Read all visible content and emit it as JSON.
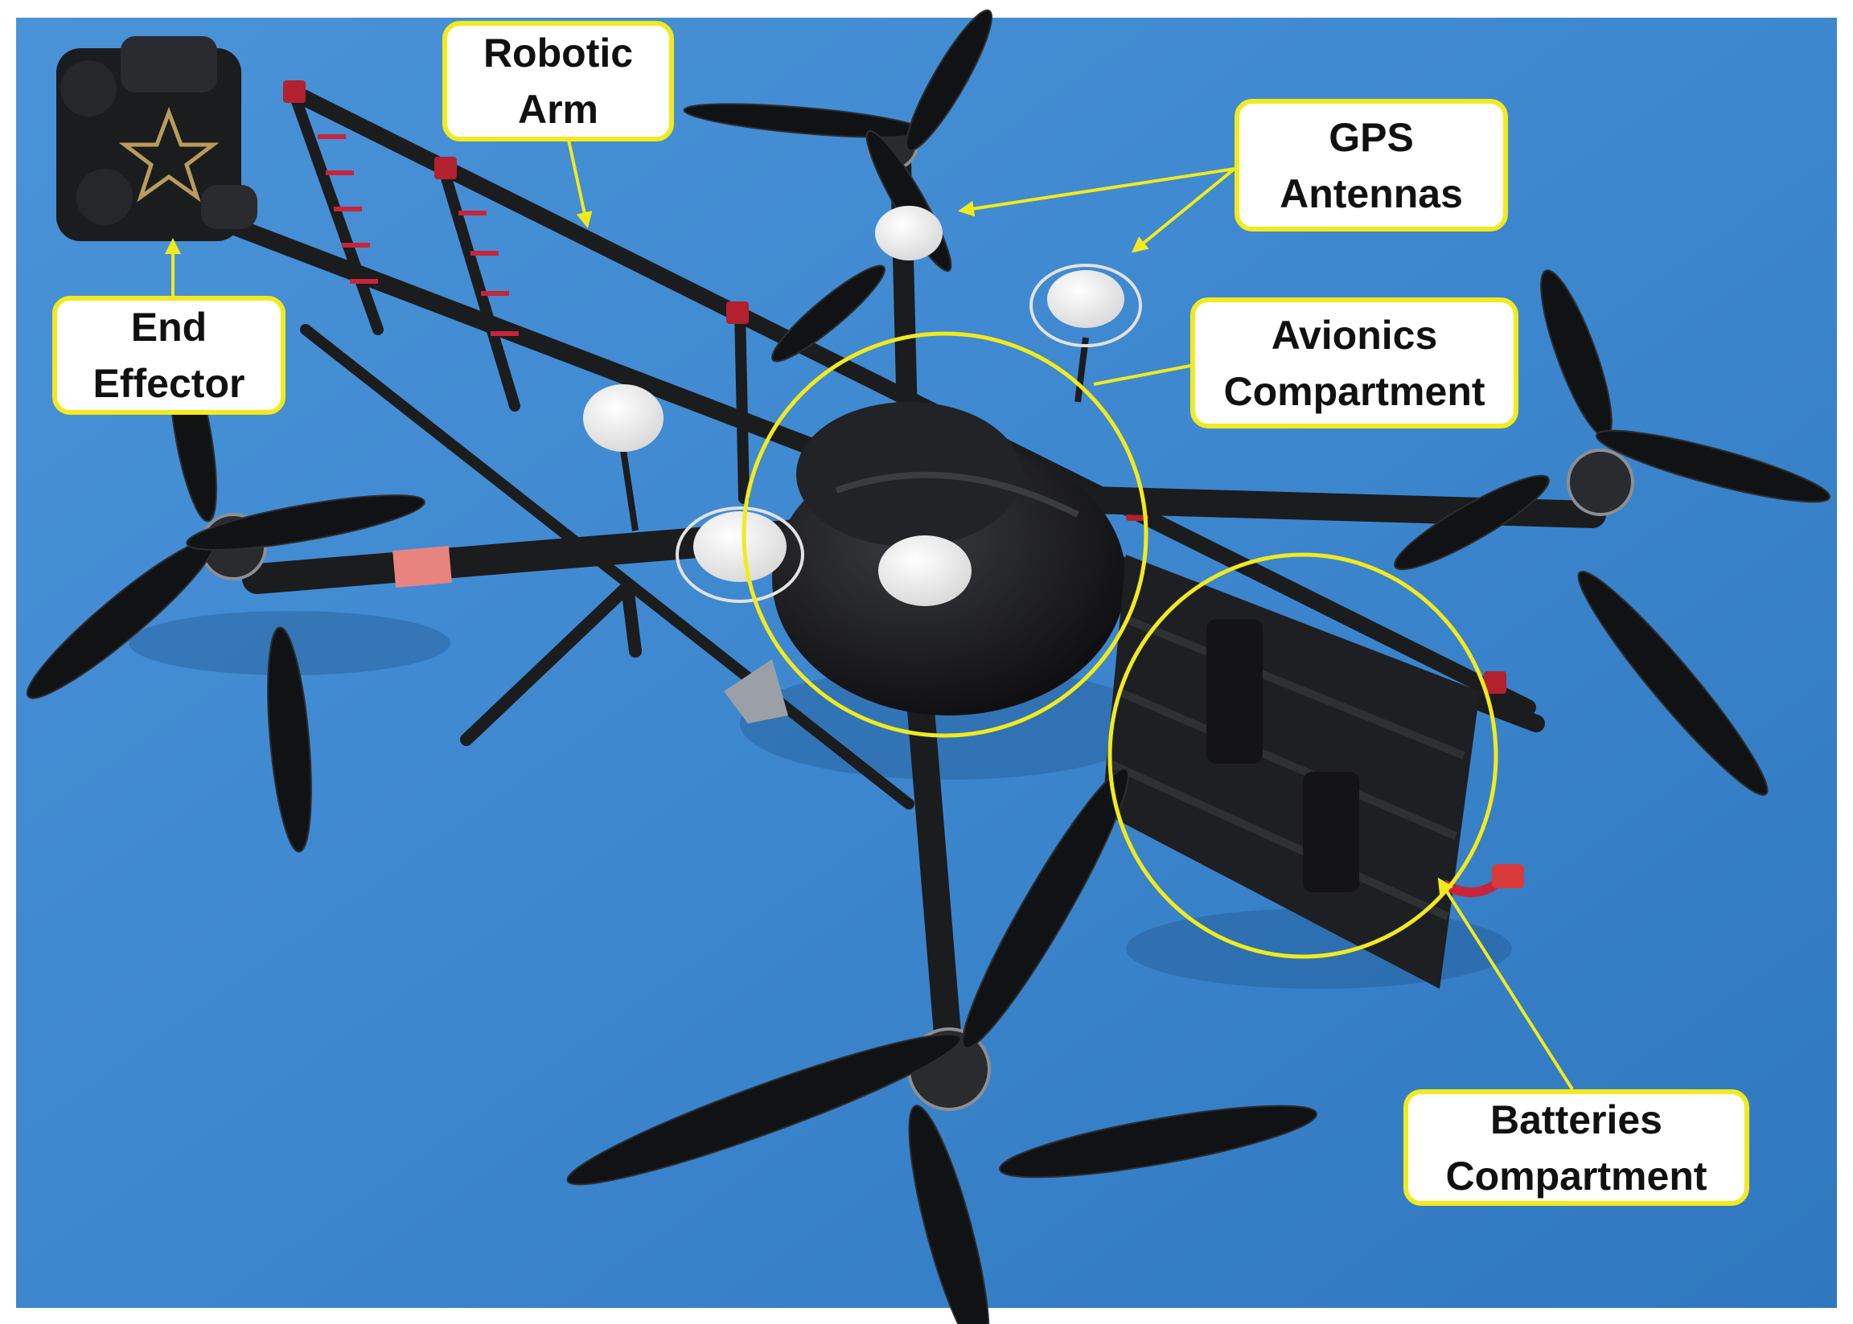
{
  "figure": {
    "photo_subject": "multirotor-drone-with-robotic-arm",
    "colors": {
      "floor": "#3d87cf",
      "annotation": "#f2ea1d",
      "carbon": "#1b1c1e",
      "label_text": "#111111"
    }
  },
  "labels": {
    "robotic_arm": [
      "Robotic",
      "Arm"
    ],
    "gps_antennas": [
      "GPS",
      "Antennas"
    ],
    "end_effector": [
      "End",
      "Effector"
    ],
    "avionics_compartment": [
      "Avionics",
      "Compartment"
    ],
    "batteries_compartment": [
      "Batteries",
      "Compartment"
    ]
  }
}
